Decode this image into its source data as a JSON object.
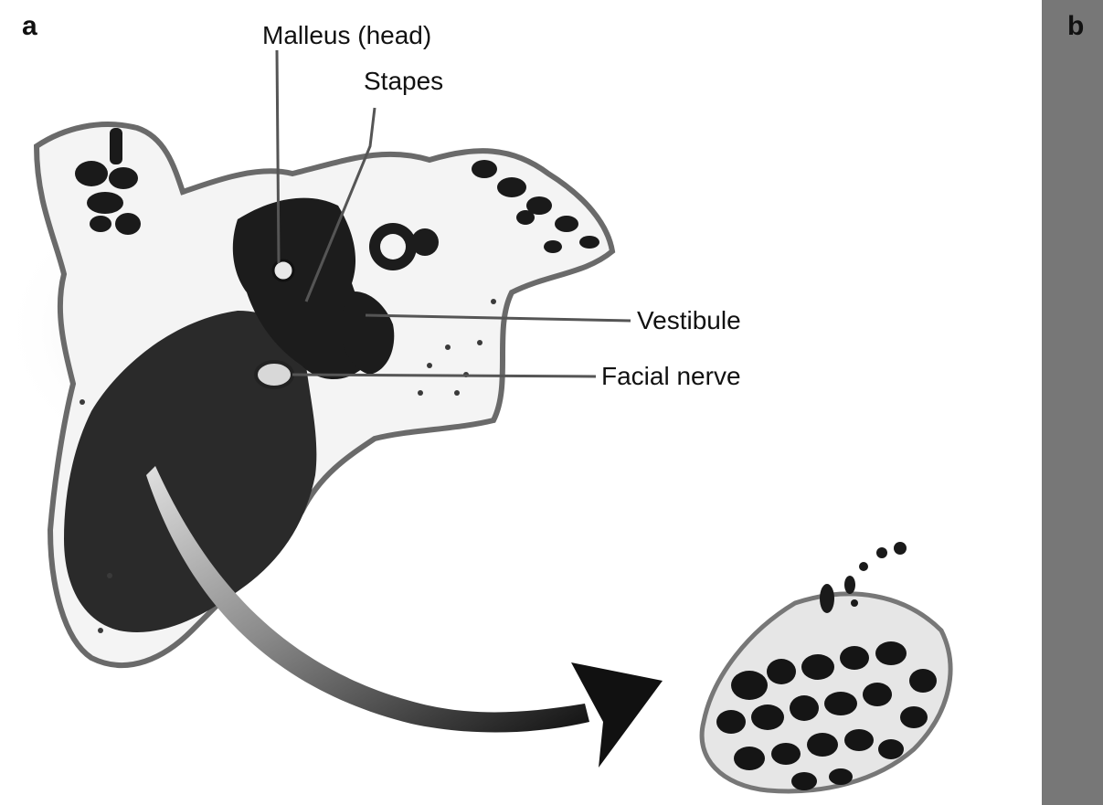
{
  "panels": {
    "a": "a",
    "b": "b"
  },
  "labels": {
    "malleus": "Malleus (head)",
    "stapes": "Stapes",
    "vestibule": "Vestibule",
    "facial_nerve": "Facial nerve"
  },
  "colors": {
    "ink": "#111111",
    "shadow": "#2a2a2a",
    "bone": "#f4f4f4",
    "ct_gray": "#777777"
  }
}
